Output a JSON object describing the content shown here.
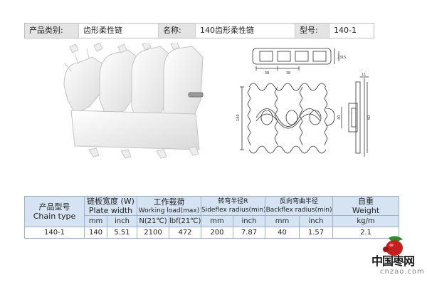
{
  "info": {
    "category_label": "产品类别:",
    "category_value": "齿形柔性链",
    "name_label": "名称:",
    "name_value": "140齿形柔性链",
    "model_label": "型号:",
    "model_value": "140-1"
  },
  "drawing_labels": {
    "dim_38a": "38",
    "dim_38b": "38",
    "dim_23": "23",
    "dim_15": "15",
    "dim_140": "140",
    "dim_11": "11",
    "dim_60": "60",
    "dim_40": "40"
  },
  "table": {
    "h_model_cn": "产品型号",
    "h_model_en": "Chain type",
    "h_width_cn": "链板宽度 (W)",
    "h_width_en": "Plate width",
    "h_load_cn": "工作载荷",
    "h_load_en": "Working load(max)",
    "h_side_cn": "转弯半径R",
    "h_side_en": "Sideflex radius(min)",
    "h_back_cn": "反向弯曲半径",
    "h_back_en": "Backflex radius(min)",
    "h_weight_cn": "自重",
    "h_weight_en": "Weight",
    "u_mm1": "mm",
    "u_inch1": "inch",
    "u_n": "N(21℃)",
    "u_lbf": "lbf(21℃)",
    "u_mm2": "mm",
    "u_inch2": "inch",
    "u_mm3": "mm",
    "u_inch3": "inch",
    "u_kgm": "kg/m",
    "row": {
      "model": "140-1",
      "width_mm": "140",
      "width_inch": "5.51",
      "load_n": "2100",
      "load_lbf": "472",
      "side_mm": "200",
      "side_inch": "7.87",
      "back_mm": "40",
      "back_inch": "1.57",
      "weight": "2.1"
    }
  },
  "watermark": {
    "cn": "中国枣网",
    "en": "cnzao.com"
  }
}
